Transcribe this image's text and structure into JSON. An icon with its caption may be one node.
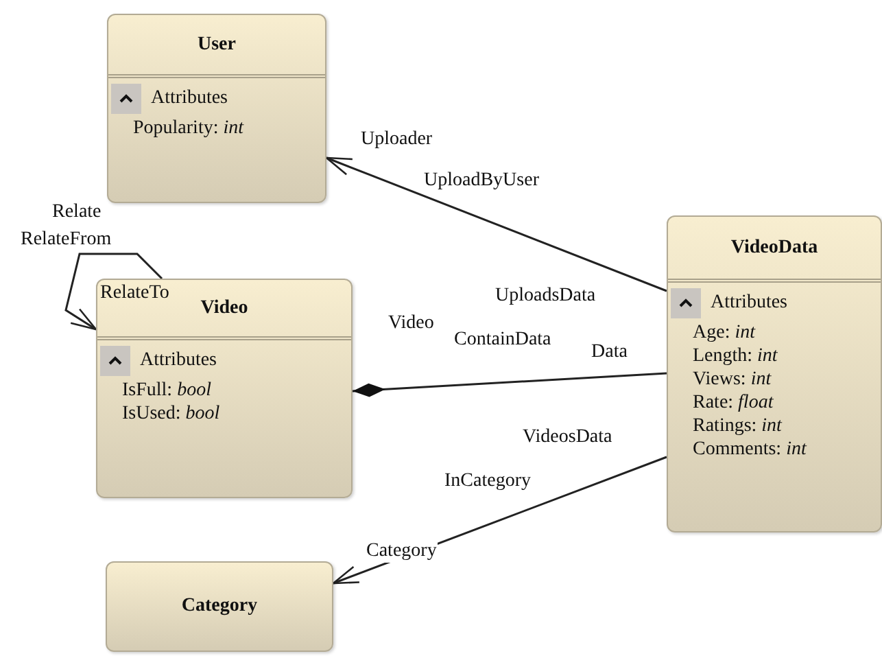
{
  "diagram": {
    "nodes": [
      {
        "text": [
          "User",
          "Attributes",
          "Popularity: *int*"
        ]
      },
      {
        "text": [
          "Video",
          "Attributes",
          "IsFull: *bool*",
          "IsUsed: *bool*"
        ]
      },
      {
        "text": [
          "VideoData",
          "Attributes",
          "Age: *int*",
          "Length: *int*",
          "Views: *int*",
          "Rate: *float*",
          "Ratings: *int*",
          "Comments: *int*"
        ]
      },
      {
        "text": [
          "Category"
        ]
      }
    ],
    "edges": [
      {
        "from": 2,
        "to": 0,
        "arrow": "to",
        "label": "UploadByUser"
      },
      {
        "from": 1,
        "to": 1,
        "arrow": "to",
        "label": "Relate"
      },
      {
        "from": 2,
        "to": 1,
        "arrow": "other",
        "label": "ContainData"
      },
      {
        "from": 2,
        "to": 3,
        "arrow": "to",
        "label": "InCategory"
      }
    ],
    "labels": [
      "Uploader",
      "RelateFrom",
      "UploadsData",
      "RelateTo",
      "Video",
      "Data",
      "VideosData",
      "Category"
    ]
  }
}
